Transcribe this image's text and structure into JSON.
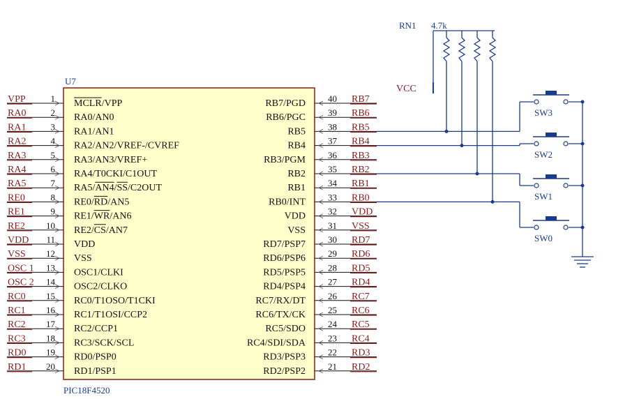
{
  "chip": {
    "ref": "U7",
    "part": "PIC18F4520",
    "left_pins": [
      {
        "num": "1",
        "func_parts": [
          {
            "t": "MCLR",
            "ov": true
          },
          {
            "t": "/VPP"
          }
        ],
        "net": "VPP"
      },
      {
        "num": "2",
        "func_parts": [
          {
            "t": "RA0/AN0"
          }
        ],
        "net": "RA0"
      },
      {
        "num": "3",
        "func_parts": [
          {
            "t": "RA1/AN1"
          }
        ],
        "net": "RA1"
      },
      {
        "num": "4",
        "func_parts": [
          {
            "t": "RA2/AN2/VREF-/CVREF"
          }
        ],
        "net": "RA2"
      },
      {
        "num": "5",
        "func_parts": [
          {
            "t": "RA3/AN3/VREF+"
          }
        ],
        "net": "RA3"
      },
      {
        "num": "6",
        "func_parts": [
          {
            "t": "RA4/T0CKI/C1OUT"
          }
        ],
        "net": "RA4"
      },
      {
        "num": "7",
        "func_parts": [
          {
            "t": "RA5/"
          },
          {
            "t": "AN4",
            "ov": true
          },
          {
            "t": "/"
          },
          {
            "t": "SS",
            "ov": true
          },
          {
            "t": "/C2OUT"
          }
        ],
        "net": "RA5"
      },
      {
        "num": "8",
        "func_parts": [
          {
            "t": "RE0/"
          },
          {
            "t": "RD",
            "ov": true
          },
          {
            "t": "/AN5"
          }
        ],
        "net": "RE0"
      },
      {
        "num": "9",
        "func_parts": [
          {
            "t": "RE1/"
          },
          {
            "t": "WR",
            "ov": true
          },
          {
            "t": "/AN6"
          }
        ],
        "net": "RE1"
      },
      {
        "num": "10",
        "func_parts": [
          {
            "t": "RE2/"
          },
          {
            "t": "CS",
            "ov": true
          },
          {
            "t": "/AN7"
          }
        ],
        "net": "RE2"
      },
      {
        "num": "11",
        "func_parts": [
          {
            "t": "VDD"
          }
        ],
        "net": "VDD"
      },
      {
        "num": "12",
        "func_parts": [
          {
            "t": "VSS"
          }
        ],
        "net": "VSS"
      },
      {
        "num": "13",
        "func_parts": [
          {
            "t": "OSC1/CLKI"
          }
        ],
        "net": "OSC 1"
      },
      {
        "num": "14",
        "func_parts": [
          {
            "t": "OSC2/CLKO"
          }
        ],
        "net": "OSC 2"
      },
      {
        "num": "15",
        "func_parts": [
          {
            "t": "RC0/T1OSO/T1CKI"
          }
        ],
        "net": "RC0"
      },
      {
        "num": "16",
        "func_parts": [
          {
            "t": "RC1/T1OSI/CCP2"
          }
        ],
        "net": "RC1"
      },
      {
        "num": "17",
        "func_parts": [
          {
            "t": "RC2/CCP1"
          }
        ],
        "net": "RC2"
      },
      {
        "num": "18",
        "func_parts": [
          {
            "t": "RC3/SCK/SCL"
          }
        ],
        "net": "RC3"
      },
      {
        "num": "19",
        "func_parts": [
          {
            "t": "RD0/PSP0"
          }
        ],
        "net": "RD0"
      },
      {
        "num": "20",
        "func_parts": [
          {
            "t": "RD1/PSP1"
          }
        ],
        "net": "RD1"
      }
    ],
    "right_pins": [
      {
        "num": "40",
        "func": "RB7/PGD",
        "net": "RB7"
      },
      {
        "num": "39",
        "func": "RB6/PGC",
        "net": "RB6"
      },
      {
        "num": "38",
        "func": "RB5",
        "net": "RB5"
      },
      {
        "num": "37",
        "func": "RB4",
        "net": "RB4"
      },
      {
        "num": "36",
        "func": "RB3/PGM",
        "net": "RB3"
      },
      {
        "num": "35",
        "func": "RB2",
        "net": "RB2"
      },
      {
        "num": "34",
        "func": "RB1",
        "net": "RB1"
      },
      {
        "num": "33",
        "func": "RB0/INT",
        "net": "RB0"
      },
      {
        "num": "32",
        "func": "VDD",
        "net": "VDD"
      },
      {
        "num": "31",
        "func": "VSS",
        "net": "VSS"
      },
      {
        "num": "30",
        "func": "RD7/PSP7",
        "net": "RD7"
      },
      {
        "num": "29",
        "func": "RD6/PSP6",
        "net": "RD6"
      },
      {
        "num": "28",
        "func": "RD5/PSP5",
        "net": "RD5"
      },
      {
        "num": "27",
        "func": "RD4/PSP4",
        "net": "RD4"
      },
      {
        "num": "26",
        "func": "RC7/RX/DT",
        "net": "RC7"
      },
      {
        "num": "25",
        "func": "RC6/TX/CK",
        "net": "RC6"
      },
      {
        "num": "24",
        "func": "RC5/SDO",
        "net": "RC5"
      },
      {
        "num": "23",
        "func": "RC4/SDI/SDA",
        "net": "RC4"
      },
      {
        "num": "22",
        "func": "RD3/PSP3",
        "net": "RD3"
      },
      {
        "num": "21",
        "func": "RD2/PSP2",
        "net": "RD2"
      }
    ]
  },
  "resistor_network": {
    "ref": "RN1",
    "value": "4.7k",
    "supply_label": "VCC"
  },
  "switches": [
    "SW3",
    "SW2",
    "SW1",
    "SW0"
  ],
  "colors": {
    "wire": "#1a3a8c",
    "chip_fill": "#ffffcc",
    "chip_border": "#8b1a1a",
    "net_label": "#8b1a1a",
    "text": "#111111"
  }
}
